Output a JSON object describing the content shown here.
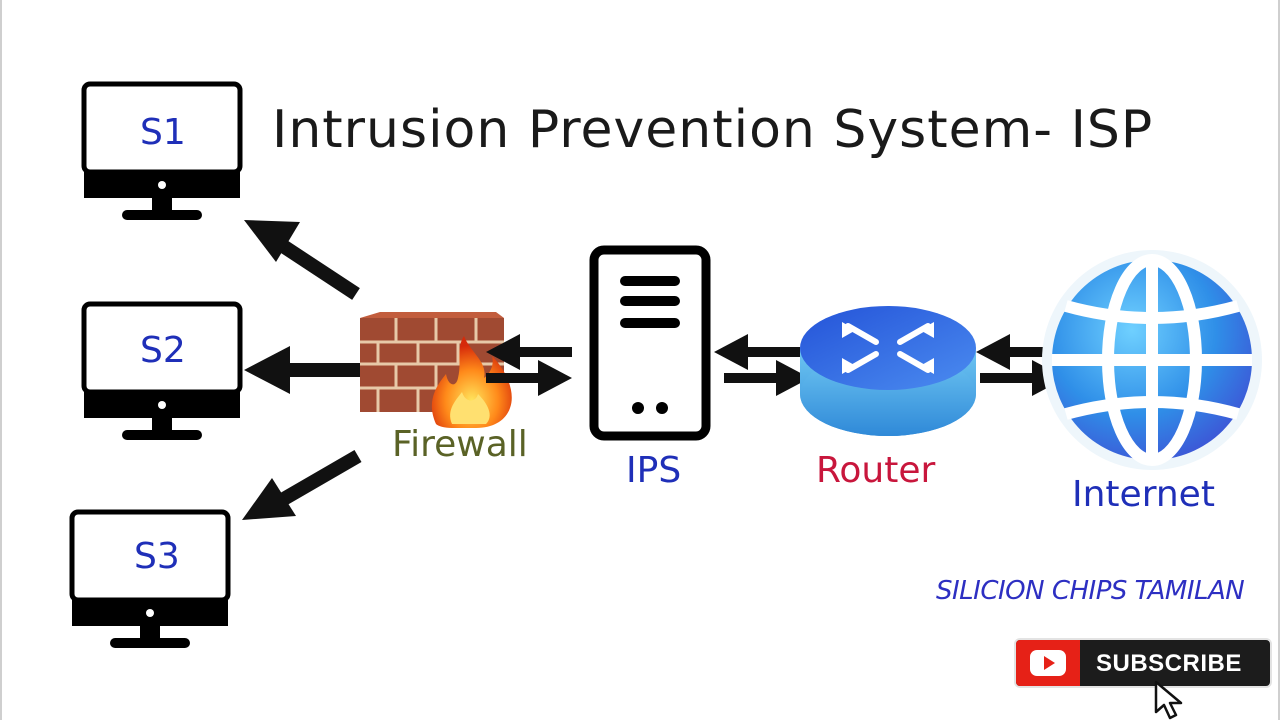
{
  "title": "Intrusion Prevention System- ISP",
  "monitors": [
    {
      "label": "S1"
    },
    {
      "label": "S2"
    },
    {
      "label": "S3"
    }
  ],
  "nodes": {
    "firewall": "Firewall",
    "ips": "IPS",
    "router": "Router",
    "internet": "Internet"
  },
  "brand": "SILICION CHIPS TAMILAN",
  "subscribe": {
    "label": "SUBSCRIBE"
  },
  "colors": {
    "label_blue": "#1f2fb8",
    "firewall_text": "#5a6226",
    "router_text": "#c8163c",
    "brick": "#a04a32",
    "globe": "#2f8fe8",
    "router_blue": "#3a7ae6",
    "subscribe_red": "#e62117"
  },
  "icons": [
    "monitor-icon",
    "arrow-icon",
    "firewall-icon",
    "fire-icon",
    "server-icon",
    "router-icon",
    "globe-icon",
    "play-icon",
    "cursor-icon"
  ]
}
